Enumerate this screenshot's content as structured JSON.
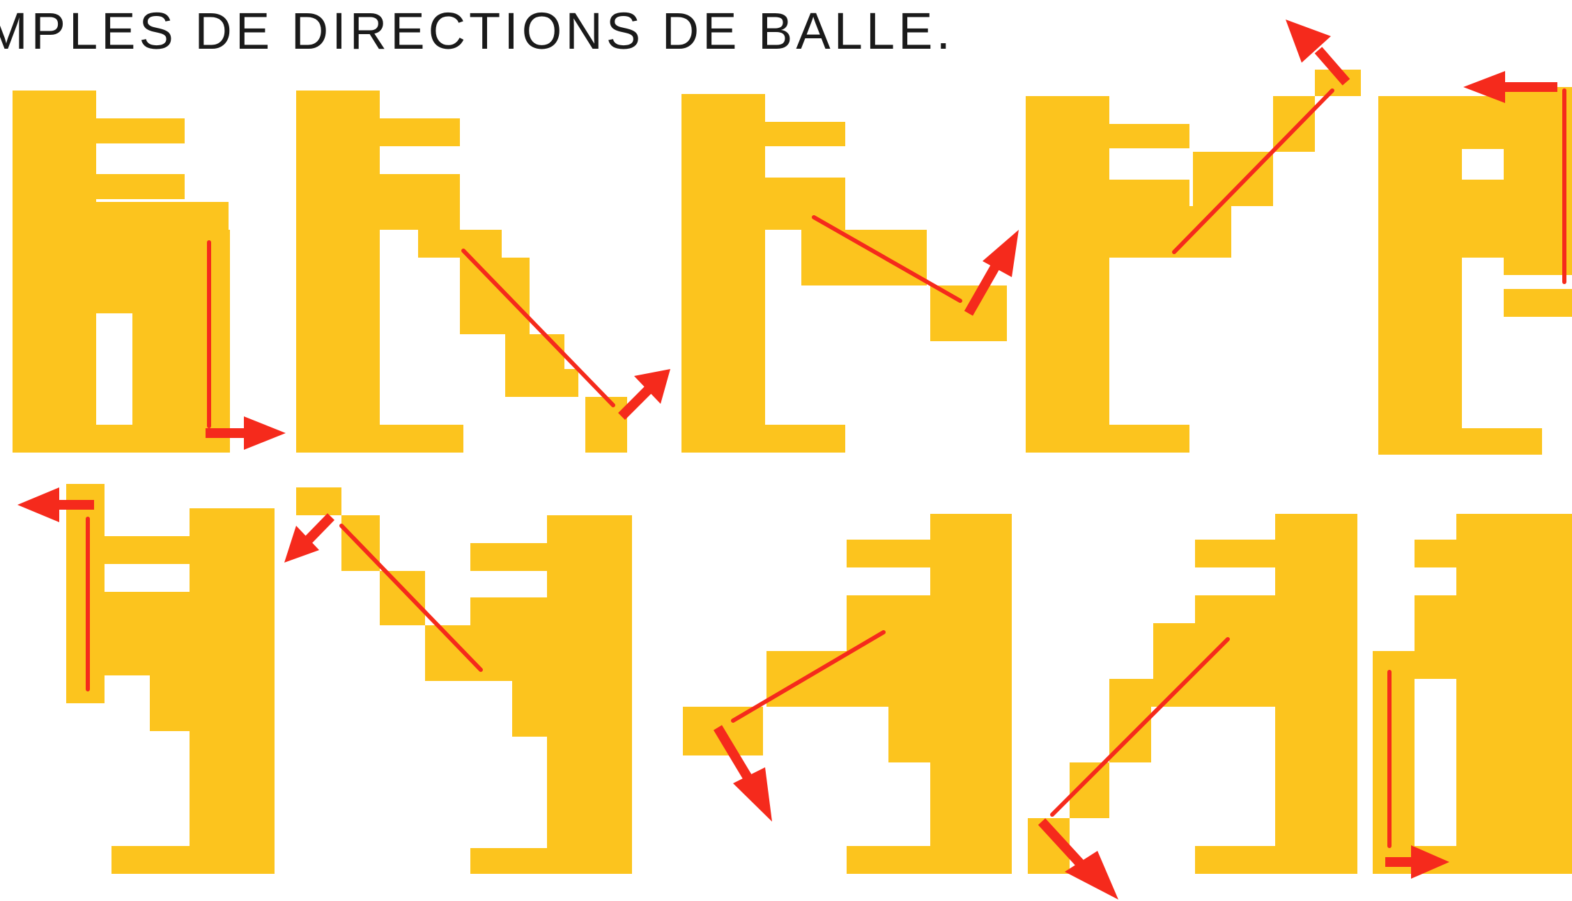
{
  "caption": "MPLES DE DIRECTIONS DE BALLE.",
  "colors": {
    "paddle": "#fcc41e",
    "ball_path": "#f52a1c",
    "background": "#ffffff"
  },
  "rows": [
    {
      "orientation": "paddle-facing-right",
      "examples": 5
    },
    {
      "orientation": "paddle-facing-left",
      "examples": 5
    }
  ]
}
